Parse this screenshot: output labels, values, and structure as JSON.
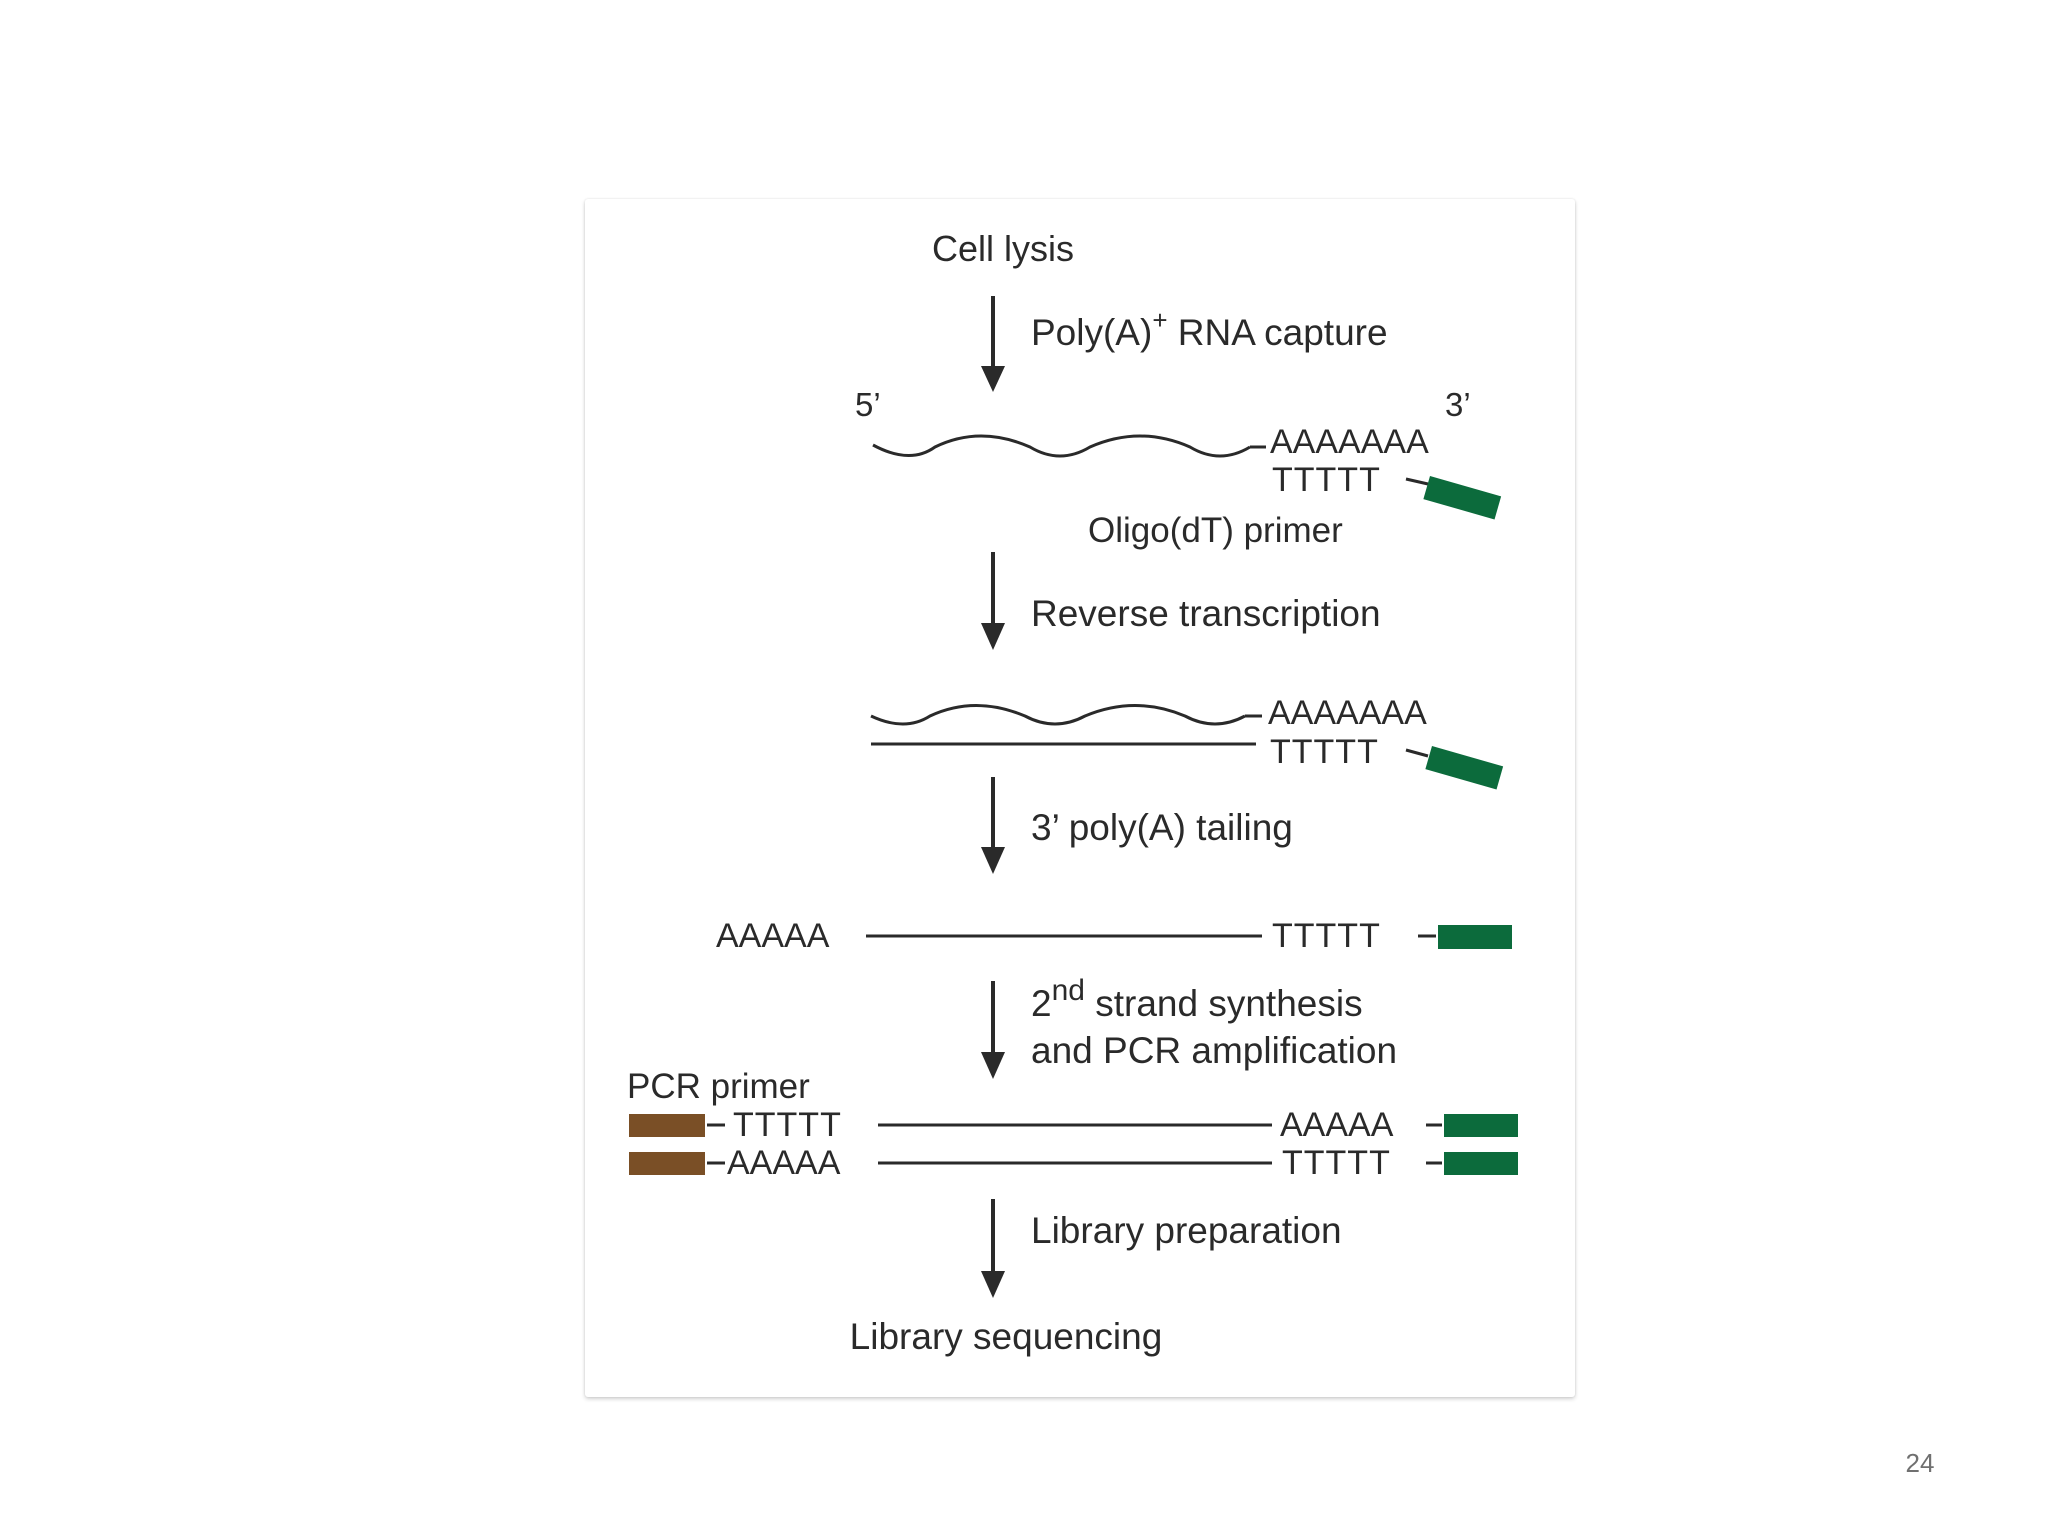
{
  "diagram": {
    "steps": {
      "cell_lysis": "Cell lysis",
      "polya_capture_prefix": "Poly(A)",
      "polya_capture_sup": "+",
      "polya_capture_suffix": " RNA capture",
      "reverse_transcription": "Reverse transcription",
      "polya_tailing": "3’ poly(A) tailing",
      "second_strand_prefix": "2",
      "second_strand_sup": "nd",
      "second_strand_suffix": " strand synthesis",
      "pcr_amplification": "and PCR amplification",
      "library_preparation": "Library preparation",
      "library_sequencing": "Library sequencing"
    },
    "labels": {
      "five_prime": "5’",
      "three_prime": "3’",
      "oligo_dt_primer": "Oligo(dT) primer",
      "pcr_primer": "PCR primer"
    },
    "sequences": {
      "polya_long": "AAAAAAA",
      "polyt": "TTTTT",
      "polya_short": "AAAAA"
    },
    "colors": {
      "oligo_dt_tag": "#0c6b3c",
      "pcr_primer_tag": "#7a4f26",
      "ink": "#2a2a2a"
    }
  },
  "page": {
    "number": "24"
  }
}
